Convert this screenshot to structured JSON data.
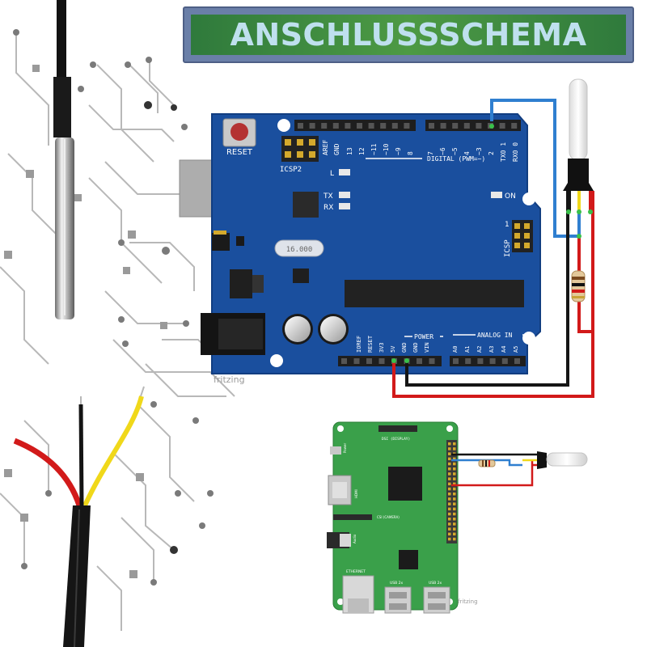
{
  "banner": {
    "title": "ANSCHLUSSSCHEMA"
  },
  "arduino": {
    "reset_label": "RESET",
    "icsp2_label": "ICSP2",
    "icsp_label": "ICSP",
    "icsp_pin": "1",
    "aref": "AREF",
    "gnd": "GND",
    "digital_pins": [
      "13",
      "12",
      "~11",
      "~10",
      "~9",
      "8",
      "7",
      "~6",
      "~5",
      "4",
      "~3",
      "2",
      "TX0 1",
      "RX0 0"
    ],
    "digital_label": "DIGITAL (PWM=~)",
    "led_l": "L",
    "led_tx": "TX",
    "led_rx": "RX",
    "led_on": "ON",
    "crystal": "16.000",
    "power_label": "POWER",
    "analog_label": "ANALOG IN",
    "power_pins": [
      "IOREF",
      "RESET",
      "3V3",
      "5V",
      "GND",
      "GND",
      "VIN"
    ],
    "analog_pins": [
      "A0",
      "A1",
      "A2",
      "A3",
      "A4",
      "A5"
    ],
    "fritzing": "fritzing"
  },
  "raspberry": {
    "display_label": "DSI (DISPLAY)",
    "power_label": "Power",
    "hdmi_label": "HDMI",
    "camera_label": "CSI (CAMERA)",
    "audio_label": "Audio",
    "ethernet_label": "ETHERNET",
    "usb1_label": "USB 2x",
    "usb2_label": "USB 2x",
    "fritzing": "fritzing"
  },
  "colors": {
    "arduino_board": "#1a4f9e",
    "pi_board": "#3aa04a",
    "wire_blue": "#2f7fd0",
    "wire_red": "#d21a1a",
    "wire_black": "#151515",
    "wire_yellow": "#f0d81a",
    "banner_bg": "#3e8b3e",
    "banner_text": "#bfe0ee"
  }
}
